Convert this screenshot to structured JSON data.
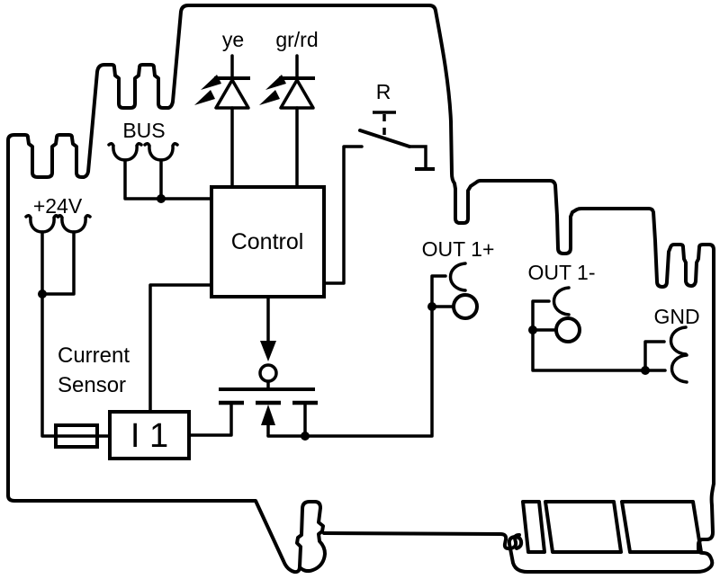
{
  "diagram": {
    "type": "terminal-block-module-schematic",
    "background_color": "#ffffff",
    "line_color": "#000000",
    "labels": {
      "led_yellow": "ye",
      "led_green_red": "gr/rd",
      "bus": "BUS",
      "supply": "+24V",
      "reset": "R",
      "control": "Control",
      "current_sensor_line1": "Current",
      "current_sensor_line2": "Sensor",
      "current_sensor_block": "I 1",
      "output_plus": "OUT 1+",
      "output_minus": "OUT 1-",
      "ground": "GND"
    }
  }
}
